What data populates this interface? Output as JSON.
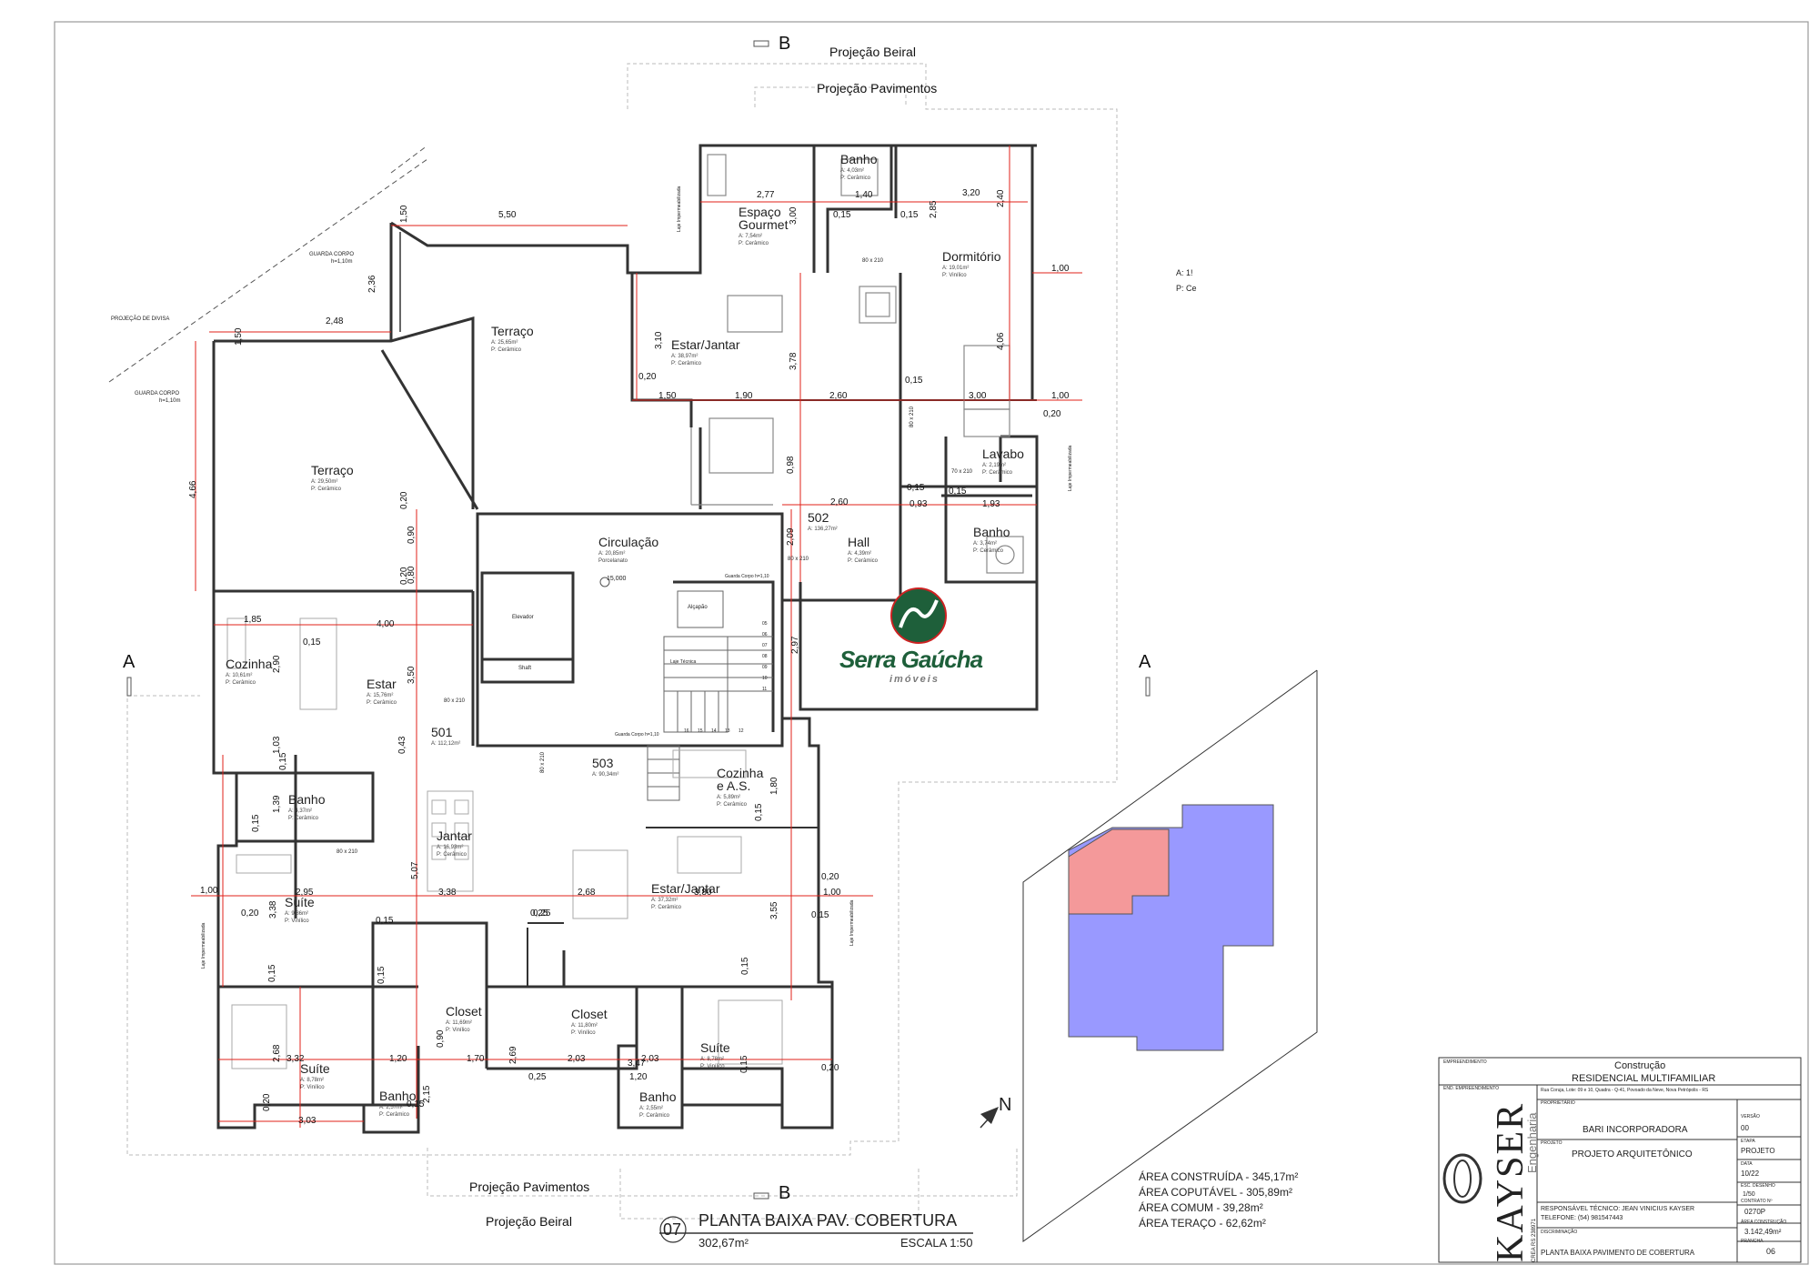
{
  "sections": {
    "b_top": "B",
    "b_bottom": "B",
    "a_left": "A",
    "a_right": "A"
  },
  "projections": {
    "beiral_top": "Projeção Beiral",
    "pav_top": "Projeção Pavimentos",
    "pav_bottom": "Projeção Pavimentos",
    "beiral_bottom": "Projeção Beiral"
  },
  "notes": {
    "guarda1": "GUARDA CORPO",
    "guarda1b": "h=1,10m",
    "divisa": "PROJEÇÃO DE DIVISA",
    "guarda2": "GUARDA CORPO",
    "guarda2b": "h=1,10m",
    "laje_right1": "Laje Impermeabilizada",
    "laje_right2": "Laje Impermeabilizada",
    "laje_left": "Laje Impermeabilizada",
    "laje_top": "Laje Impermeabilizada",
    "cut_a": "A: 1!",
    "cut_p": "P: Ce",
    "level": "15,000",
    "guarda_circ": "Guarda Corpo h=1,10",
    "guarda_circ2": "Guarda Corpo h=1,10"
  },
  "rooms": [
    {
      "name": "Terraço",
      "area": "A: 25,65m²",
      "floor": "P: Cerâmico"
    },
    {
      "name": "Terraço",
      "area": "A: 29,50m²",
      "floor": "P: Cerâmico"
    },
    {
      "name": "Espaço",
      "name2": "Gourmet",
      "area": "A: 7,54m²",
      "floor": "P: Cerâmico"
    },
    {
      "name": "Banho",
      "area": "A: 4,03m²",
      "floor": "P: Cerâmico"
    },
    {
      "name": "Dormitório",
      "area": "A: 19,01m²",
      "floor": "P: Vinílico"
    },
    {
      "name": "Estar/Jantar",
      "area": "A: 38,97m²",
      "floor": "P: Cerâmico"
    },
    {
      "name": "Lavabo",
      "area": "A: 2,19m²",
      "floor": "P: Cerâmico"
    },
    {
      "name": "Banho",
      "area": "A: 3,74m²",
      "floor": "P: Cerâmico"
    },
    {
      "name": "Hall",
      "area": "A: 4,39m²",
      "floor": "P: Cerâmico"
    },
    {
      "name": "Circulação",
      "area": "A: 20,85m²",
      "floor": "Porcelanato"
    },
    {
      "name": "Cozinha",
      "area": "A: 10,61m²",
      "floor": "P: Cerâmico"
    },
    {
      "name": "Estar",
      "area": "A: 15,76m²",
      "floor": "P: Cerâmico"
    },
    {
      "name": "Banho",
      "area": "A: 4,37m²",
      "floor": "P: Cerâmico"
    },
    {
      "name": "Jantar",
      "area": "A: 16,93m²",
      "floor": "P: Cerâmico"
    },
    {
      "name": "Suíte",
      "area": "A: 9,86m²",
      "floor": "P: Vinílico"
    },
    {
      "name": "Closet",
      "area": "A: 11,69m²",
      "floor": "P: Vinílico"
    },
    {
      "name": "Closet",
      "area": "A: 11,80m²",
      "floor": "P: Vinílico"
    },
    {
      "name": "Suíte",
      "area": "A: 8,78m²",
      "floor": "P: Vinílico"
    },
    {
      "name": "Banho",
      "area": "A: 2,57m²",
      "floor": "P: Cerâmico"
    },
    {
      "name": "Banho",
      "area": "A: 2,55m²",
      "floor": "P: Cerâmico"
    },
    {
      "name": "Suíte",
      "area": "A: 8,78m²",
      "floor": "P: Vinílico"
    },
    {
      "name": "Cozinha",
      "name2": "e A.S.",
      "area": "A: 5,89m²",
      "floor": "P: Cerâmico"
    },
    {
      "name": "Estar/Jantar",
      "area": "A: 37,32m²",
      "floor": "P: Cerâmico"
    }
  ],
  "units": [
    {
      "name": "502",
      "area": "A: 136,27m²"
    },
    {
      "name": "501",
      "area": "A: 112,12m²"
    },
    {
      "name": "503",
      "area": "A: 90,34m²"
    }
  ],
  "small": {
    "elevador": "Elevador",
    "shaft": "Shaft",
    "alcapao": "Alçapão",
    "laje_tecnica": "Laje Técnica",
    "door1": "80 x 210",
    "door2": "80 x 210",
    "door3": "80 x 210",
    "door4": "80 x 210",
    "door5": "70 x 210",
    "door6": "80 x 210",
    "door7": "80 x 210"
  },
  "stairs": [
    "16",
    "15",
    "14",
    "13",
    "12",
    "11",
    "10",
    "09",
    "08",
    "07",
    "06",
    "05"
  ],
  "dims": [
    "5,50",
    "2,48",
    "2,36",
    "1,50",
    "1,50",
    "4,66",
    "2,77",
    "1,40",
    "3,20",
    "2,85",
    "2,40",
    "0,15",
    "0,15",
    "3,00",
    "1,00",
    "3,10",
    "3,78",
    "4,06",
    "0,20",
    "1,50",
    "1,90",
    "2,60",
    "3,00",
    "1,00",
    "0,20",
    "0,15",
    "0,98",
    "2,60",
    "0,15",
    "0,93",
    "0,15",
    "1,93",
    "2,09",
    "2,97",
    "0,20",
    "0,90",
    "0,20",
    "0,80",
    "1,85",
    "4,00",
    "0,15",
    "2,90",
    "3,50",
    "1,03",
    "0,15",
    "0,43",
    "1,39",
    "0,15",
    "2,95",
    "3,38",
    "1,00",
    "0,20",
    "3,38",
    "0,15",
    "5,07",
    "2,68",
    "3,80",
    "1,80",
    "0,15",
    "0,25",
    "3,55",
    "1,00",
    "0,20",
    "0,15",
    "0,15",
    "3,32",
    "2,68",
    "1,20",
    "0,15",
    "0,90",
    "1,70",
    "2,03",
    "2,03",
    "1,20",
    "0,15",
    "3,47",
    "2,69",
    "0,20",
    "3,03",
    "2,15",
    "0,15",
    "0,25",
    "0,15",
    "0,20",
    "0,25"
  ],
  "areas": {
    "construida": "ÁREA CONSTRUÍDA - 345,17m²",
    "computavel": "ÁREA COPUTÁVEL - 305,89m²",
    "comum": "ÁREA COMUM - 39,28m²",
    "terraco": "ÁREA TERAÇO - 62,62m²"
  },
  "north": "N",
  "drawing_title": {
    "number": "07",
    "title": "PLANTA BAIXA PAV. COBERTURA",
    "area": "302,67m²",
    "scale": "ESCALA 1:50"
  },
  "logo": {
    "line1": "Serra Gaúcha",
    "line2": "imóveis"
  },
  "title_block": {
    "emp_label": "EMPREENDIMENTO",
    "emp_1": "Construção",
    "emp_2": "RESIDENCIAL MULTIFAMILIAR",
    "emp_3": "Rua Coruja, Lote: 09 e 10, Quadra - Q-41, Povoado da Neve, Nova Petrópolis - RS",
    "end_label": "END. EMPREENDIMENTO",
    "prop_label": "PROPRIETÁRIO",
    "prop": "BARI INCORPORADORA",
    "proj_label": "PROJETO",
    "proj": "PROJETO ARQUITETÔNICO",
    "resp": "RESPONSÁVEL TÉCNICO: JEAN VINICIUS KAYSER",
    "tel": "TELEFONE: (54) 981547443",
    "disc_label": "DISCRIMINAÇÃO",
    "disc": "PLANTA BAIXA PAVIMENTO DE COBERTURA",
    "versao_label": "VERSÃO",
    "versao": "00",
    "etapa_label": "ETAPA",
    "etapa": "PROJETO",
    "data_label": "DATA",
    "data": "10/22",
    "esc_label": "ESC. DESENHO",
    "esc": "1/50",
    "contrato_label": "CONTRATO Nº",
    "contrato": "0270P",
    "areac_label": "ÁREA CONSTRUÇÃO",
    "areac": "3.142,49m²",
    "prancha_label": "PRANCHA",
    "prancha": "06",
    "brand": "KAYSER",
    "brand2": "Engenharia",
    "crea": "CREA RS 238971"
  },
  "colors": {
    "blue": "#9999ff",
    "pink": "#f4999a",
    "dim": "#e0201a",
    "wall": "#333333"
  }
}
